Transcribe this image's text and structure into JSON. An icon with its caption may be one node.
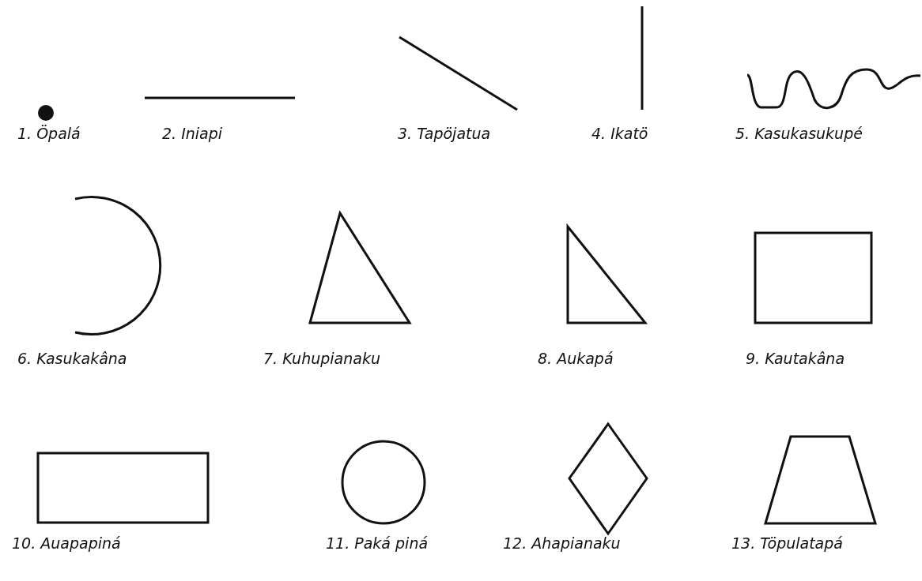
{
  "diagram": {
    "nodes": [
      {
        "text": [],
        "shape": "dot",
        "beside": [
          "1. Öpalá"
        ]
      },
      {
        "text": [],
        "shape": "line",
        "beside": [
          "2. Iniapi"
        ]
      },
      {
        "text": [],
        "shape": "line",
        "beside": [
          "3. Tapöjatua"
        ]
      },
      {
        "text": [],
        "shape": "line",
        "beside": [
          "4. Ikatö"
        ]
      },
      {
        "text": [],
        "shape": "wave",
        "beside": [
          "5. Kasukasukupé"
        ]
      },
      {
        "text": [],
        "shape": "arc",
        "beside": [
          "6. Kasukakâna"
        ]
      },
      {
        "text": [],
        "shape": "triangle",
        "beside": [
          "7. Kuhupianaku"
        ]
      },
      {
        "text": [],
        "shape": "triangle",
        "beside": [
          "8. Aukapá"
        ]
      },
      {
        "text": [],
        "shape": "box",
        "beside": [
          "9. Kautakâna"
        ]
      },
      {
        "text": [],
        "shape": "box",
        "beside": [
          "10. Auapapiná"
        ]
      },
      {
        "text": [],
        "shape": "circle",
        "beside": [
          "11. Paká piná"
        ]
      },
      {
        "text": [],
        "shape": "diamond",
        "beside": [
          "12. Ahapianaku"
        ]
      },
      {
        "text": [],
        "shape": "trapezoid",
        "beside": [
          "13. Töpulatapá"
        ]
      }
    ]
  }
}
